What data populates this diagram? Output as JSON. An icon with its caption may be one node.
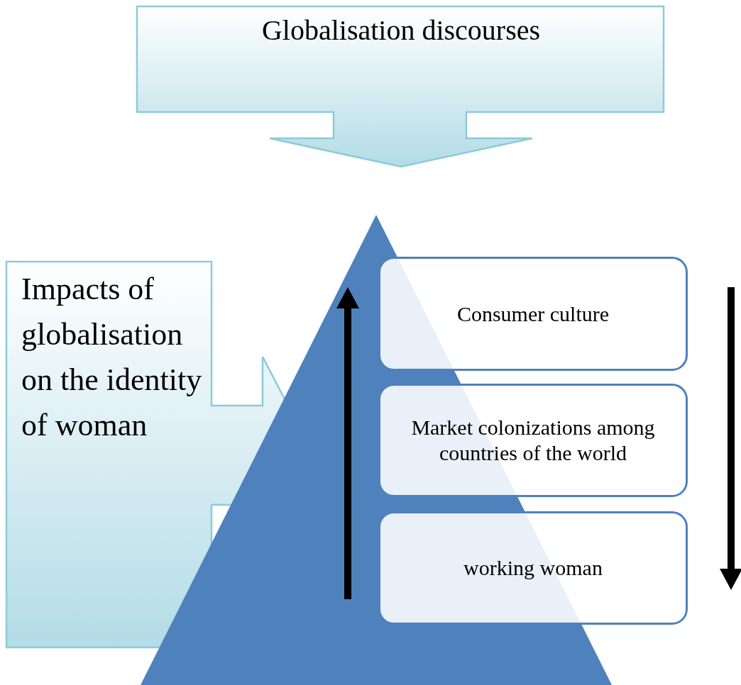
{
  "diagram": {
    "nodes": [
      {
        "text": [
          "Globalisation discourses"
        ]
      },
      {
        "text": [
          "Impacts of globalisation on the identity of woman"
        ]
      },
      {
        "text": [],
        "shape": "triangle"
      },
      {
        "text": [
          "Consumer culture"
        ]
      },
      {
        "text": [
          "Market colonizations among countries of the world"
        ]
      },
      {
        "text": [
          "working woman"
        ]
      }
    ],
    "edges": []
  }
}
